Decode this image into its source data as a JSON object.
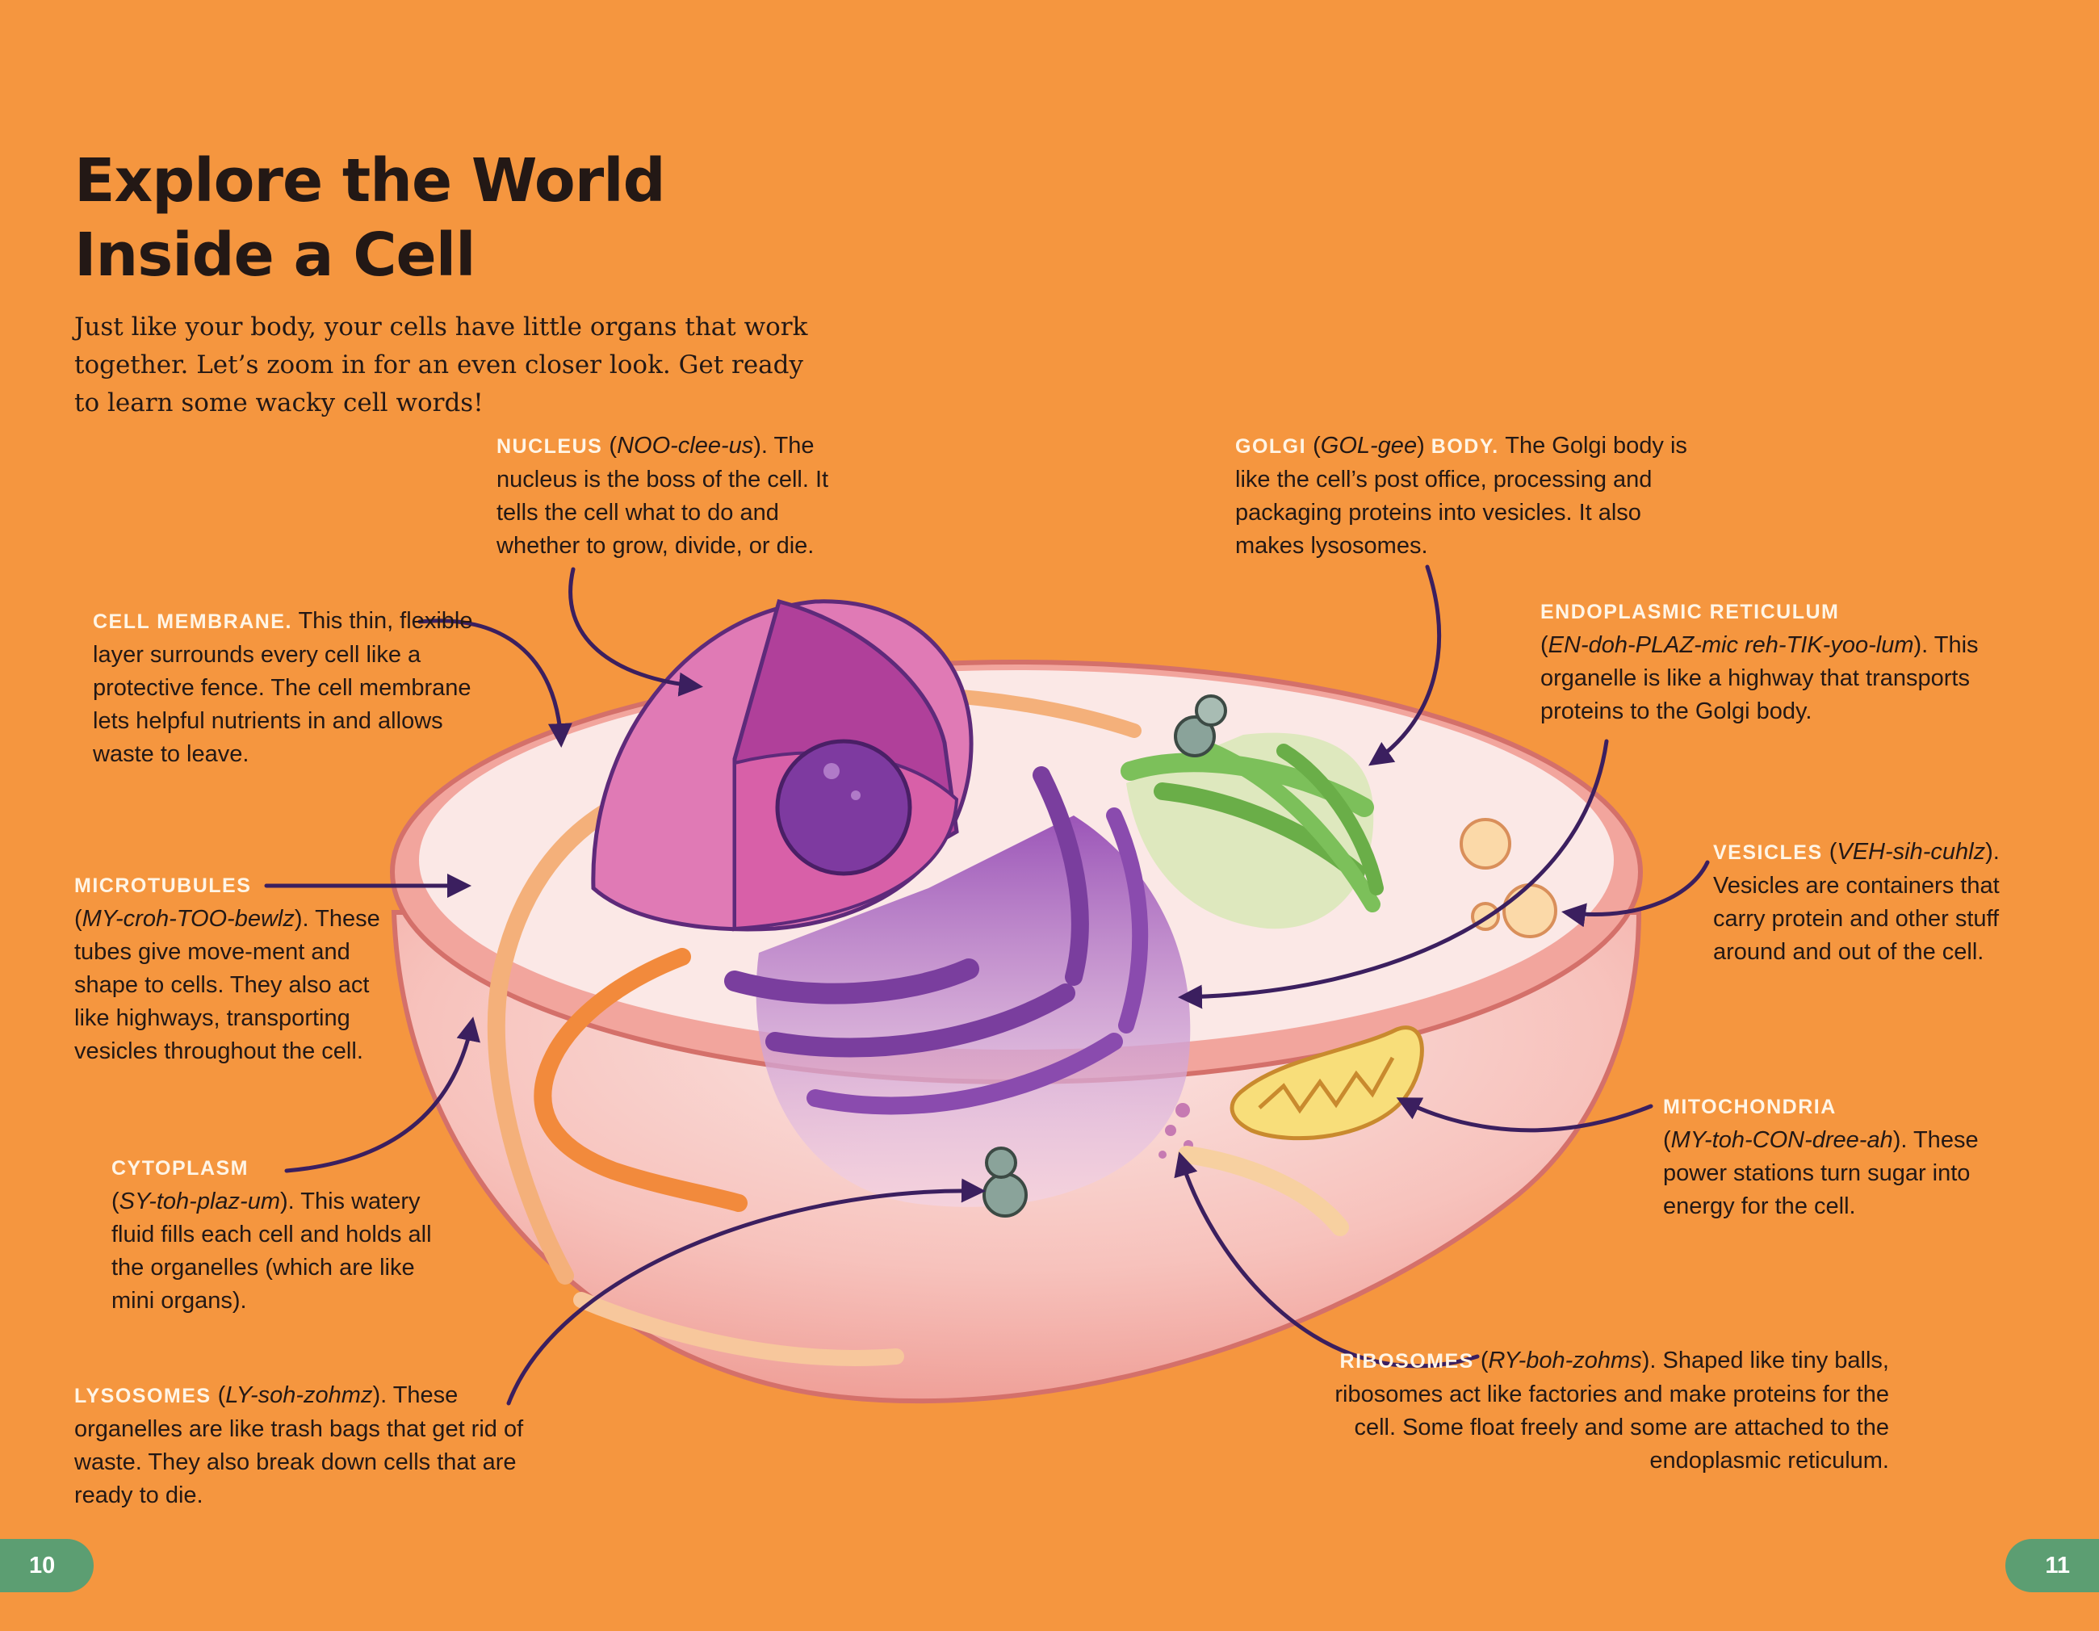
{
  "title": {
    "line1": "Explore the World",
    "line2": "Inside a Cell"
  },
  "intro": "Just like your body, your cells have little organs that work together. Let’s zoom in for an even closer look. Get ready to learn some wacky cell words!",
  "labels": {
    "nucleus": {
      "term": "NUCLEUS",
      "open": " (",
      "pron": "NOO-clee-us",
      "close": ").",
      "text": " The nucleus is the boss of the cell. It tells the cell what to do and whether to grow, divide, or die."
    },
    "golgi": {
      "term": "GOLGI",
      "open": " (",
      "pron": "GOL-gee",
      "close": ") ",
      "term2": "BODY.",
      "text": " The Golgi body is like the cell’s post office, processing and packaging proteins into vesicles. It also makes lysosomes."
    },
    "membrane": {
      "term": "CELL MEMBRANE.",
      "text": " This thin, flexible layer surrounds every cell like a protective fence. The cell membrane lets helpful nutrients in and allows waste to leave."
    },
    "er": {
      "term": "ENDOPLASMIC RETICULUM",
      "open": "(",
      "pron": "EN-doh-PLAZ-mic reh-TIK-yoo-lum",
      "close": ").",
      "text": " This organelle is like a highway that transports proteins to the Golgi body."
    },
    "microtubules": {
      "term": "MICROTUBULES",
      "open": "(",
      "pron": "MY-croh-TOO-bewlz",
      "close": ").",
      "text": " These tubes give move-ment and shape to cells. They also act like highways, transporting vesicles throughout the cell."
    },
    "vesicles": {
      "term": "VESICLES",
      "open": " (",
      "pron": "VEH-sih-cuhlz",
      "close": ").",
      "text": " Vesicles are containers that carry protein and other stuff around and out of the cell."
    },
    "mitochondria": {
      "term": "MITOCHONDRIA",
      "open": "(",
      "pron": "MY-toh-CON-dree-ah",
      "close": ").",
      "text": " These power stations turn sugar into energy for the cell."
    },
    "cytoplasm": {
      "term": "CYTOPLASM",
      "open": "(",
      "pron": "SY-toh-plaz-um",
      "close": ").",
      "text": " This watery fluid fills each cell and holds all the organelles (which are like mini organs)."
    },
    "lysosomes": {
      "term": "LYSOSOMES",
      "open": " (",
      "pron": "LY-soh-zohmz",
      "close": ").",
      "text": " These organelles are like trash bags that get rid of waste. They also break down cells that are ready to die."
    },
    "ribosomes": {
      "term": "RIBOSOMES",
      "open": " (",
      "pron": "RY-boh-zohms",
      "close": ").",
      "text": " Shaped like tiny balls, ribosomes act like factories and make proteins for the cell. Some float freely and some are attached to the endoplasmic reticulum."
    }
  },
  "page_numbers": {
    "left": "10",
    "right": "11"
  },
  "colors": {
    "background": "#f5963f",
    "heading": "#231815",
    "term": "#fff5e6",
    "arrow": "#3b1f5f",
    "page_pill": "#5c9e72",
    "nucleus": "#b0409a",
    "golgi": "#7cc05a",
    "er": "#7a3e9e",
    "mitochondria": "#f5d260",
    "microtubules": "#f28a3c"
  }
}
